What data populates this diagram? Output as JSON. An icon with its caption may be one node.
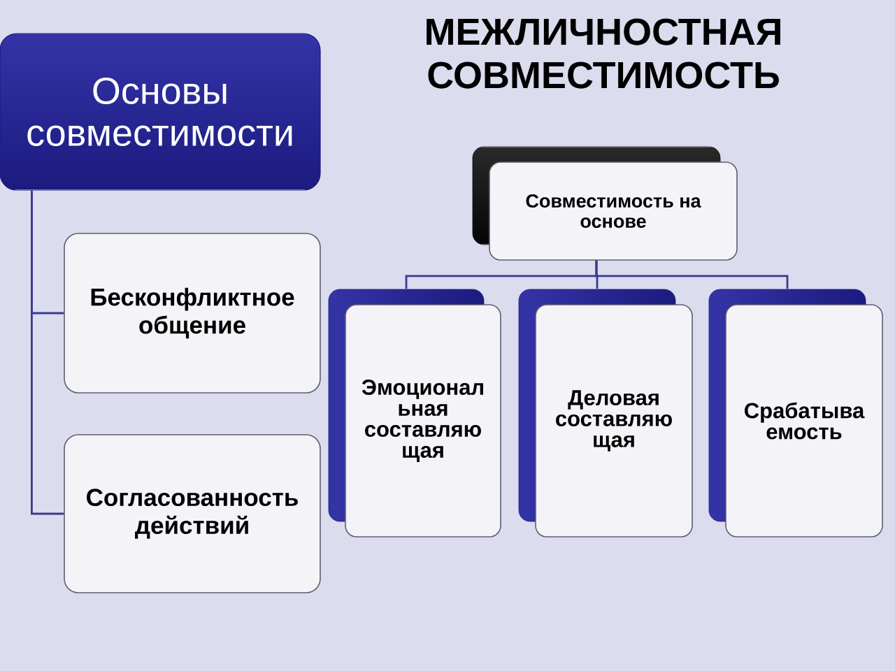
{
  "diagram": {
    "title": "МЕЖЛИЧНОСТНАЯ СОВМЕСТИМОСТЬ",
    "nodes": [
      {
        "text": [
          "Основы совместимости"
        ]
      },
      {
        "text": [
          "Бесконфликтное общение"
        ]
      },
      {
        "text": [
          "Согласованность действий"
        ]
      },
      {
        "text": [
          "Совместимость на основе"
        ]
      },
      {
        "text": [
          "Эмоционал ьная составляю щая"
        ]
      },
      {
        "text": [
          "Деловая составляю щая"
        ]
      },
      {
        "text": [
          "Срабатыва емость"
        ]
      }
    ],
    "edges": [
      {
        "from": 0,
        "to": 1,
        "arrow": "none"
      },
      {
        "from": 0,
        "to": 2,
        "arrow": "none"
      },
      {
        "from": 3,
        "to": 4,
        "arrow": "none"
      },
      {
        "from": 3,
        "to": 5,
        "arrow": "none"
      },
      {
        "from": 3,
        "to": 6,
        "arrow": "none"
      }
    ]
  }
}
